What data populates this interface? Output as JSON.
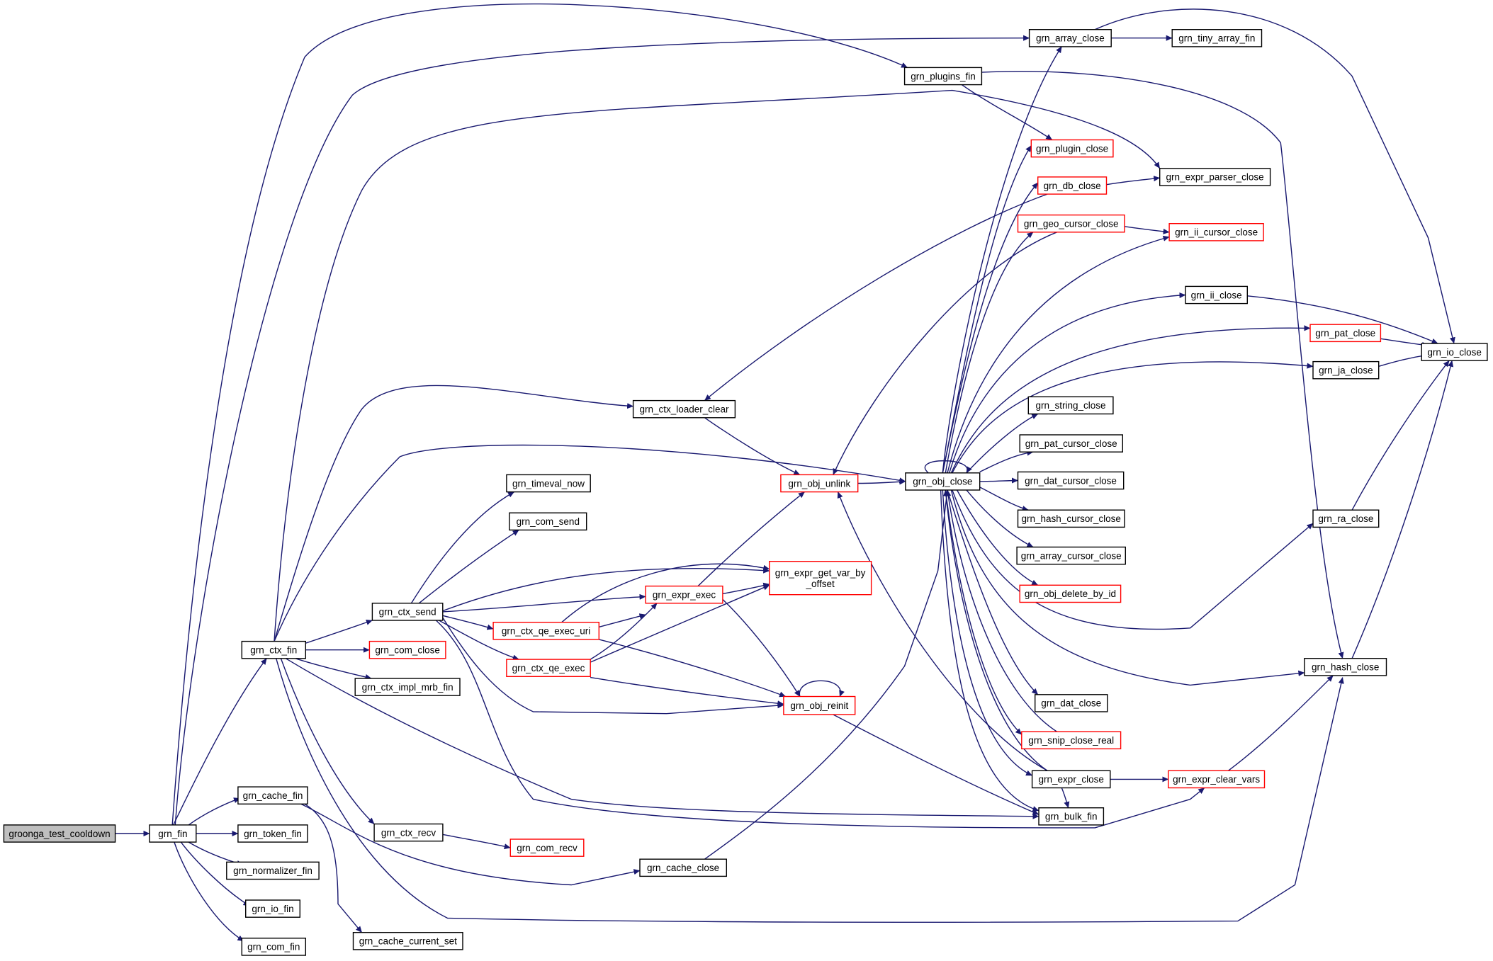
{
  "nodes": {
    "groonga_test_cooldown": {
      "label": [
        "groonga_test_cooldown"
      ],
      "style": "root"
    },
    "grn_fin": {
      "label": [
        "grn_fin"
      ],
      "style": "normal"
    },
    "grn_ctx_fin": {
      "label": [
        "grn_ctx_fin"
      ],
      "style": "normal"
    },
    "grn_cache_fin": {
      "label": [
        "grn_cache_fin"
      ],
      "style": "normal"
    },
    "grn_token_fin": {
      "label": [
        "grn_token_fin"
      ],
      "style": "normal"
    },
    "grn_normalizer_fin": {
      "label": [
        "grn_normalizer_fin"
      ],
      "style": "normal"
    },
    "grn_io_fin": {
      "label": [
        "grn_io_fin"
      ],
      "style": "normal"
    },
    "grn_com_fin": {
      "label": [
        "grn_com_fin"
      ],
      "style": "normal"
    },
    "grn_ctx_send": {
      "label": [
        "grn_ctx_send"
      ],
      "style": "normal"
    },
    "grn_com_close": {
      "label": [
        "grn_com_close"
      ],
      "style": "red"
    },
    "grn_ctx_impl_mrb_fin": {
      "label": [
        "grn_ctx_impl_mrb_fin"
      ],
      "style": "normal"
    },
    "grn_ctx_recv": {
      "label": [
        "grn_ctx_recv"
      ],
      "style": "normal"
    },
    "grn_cache_current_set": {
      "label": [
        "grn_cache_current_set"
      ],
      "style": "normal"
    },
    "grn_timeval_now": {
      "label": [
        "grn_timeval_now"
      ],
      "style": "normal"
    },
    "grn_com_send": {
      "label": [
        "grn_com_send"
      ],
      "style": "normal"
    },
    "grn_ctx_qe_exec_uri": {
      "label": [
        "grn_ctx_qe_exec_uri"
      ],
      "style": "red"
    },
    "grn_ctx_qe_exec": {
      "label": [
        "grn_ctx_qe_exec"
      ],
      "style": "red"
    },
    "grn_com_recv": {
      "label": [
        "grn_com_recv"
      ],
      "style": "red"
    },
    "grn_ctx_loader_clear": {
      "label": [
        "grn_ctx_loader_clear"
      ],
      "style": "normal"
    },
    "grn_expr_exec": {
      "label": [
        "grn_expr_exec"
      ],
      "style": "red"
    },
    "grn_expr_get_var_by_offset": {
      "label": [
        "grn_expr_get_var_by",
        "_offset"
      ],
      "style": "red"
    },
    "grn_obj_unlink": {
      "label": [
        "grn_obj_unlink"
      ],
      "style": "red"
    },
    "grn_obj_reinit": {
      "label": [
        "grn_obj_reinit"
      ],
      "style": "red"
    },
    "grn_cache_close": {
      "label": [
        "grn_cache_close"
      ],
      "style": "normal"
    },
    "grn_plugins_fin": {
      "label": [
        "grn_plugins_fin"
      ],
      "style": "normal"
    },
    "grn_obj_close": {
      "label": [
        "grn_obj_close"
      ],
      "style": "normal"
    },
    "grn_array_close": {
      "label": [
        "grn_array_close"
      ],
      "style": "normal"
    },
    "grn_plugin_close": {
      "label": [
        "grn_plugin_close"
      ],
      "style": "red"
    },
    "grn_db_close": {
      "label": [
        "grn_db_close"
      ],
      "style": "red"
    },
    "grn_geo_cursor_close": {
      "label": [
        "grn_geo_cursor_close"
      ],
      "style": "red"
    },
    "grn_string_close": {
      "label": [
        "grn_string_close"
      ],
      "style": "normal"
    },
    "grn_pat_cursor_close": {
      "label": [
        "grn_pat_cursor_close"
      ],
      "style": "normal"
    },
    "grn_dat_cursor_close": {
      "label": [
        "grn_dat_cursor_close"
      ],
      "style": "normal"
    },
    "grn_hash_cursor_close": {
      "label": [
        "grn_hash_cursor_close"
      ],
      "style": "normal"
    },
    "grn_array_cursor_close": {
      "label": [
        "grn_array_cursor_close"
      ],
      "style": "normal"
    },
    "grn_obj_delete_by_id": {
      "label": [
        "grn_obj_delete_by_id"
      ],
      "style": "red"
    },
    "grn_dat_close": {
      "label": [
        "grn_dat_close"
      ],
      "style": "normal"
    },
    "grn_snip_close_real": {
      "label": [
        "grn_snip_close_real"
      ],
      "style": "red"
    },
    "grn_expr_close": {
      "label": [
        "grn_expr_close"
      ],
      "style": "normal"
    },
    "grn_bulk_fin": {
      "label": [
        "grn_bulk_fin"
      ],
      "style": "normal"
    },
    "grn_tiny_array_fin": {
      "label": [
        "grn_tiny_array_fin"
      ],
      "style": "normal"
    },
    "grn_expr_parser_close": {
      "label": [
        "grn_expr_parser_close"
      ],
      "style": "normal"
    },
    "grn_ii_cursor_close": {
      "label": [
        "grn_ii_cursor_close"
      ],
      "style": "red"
    },
    "grn_ii_close": {
      "label": [
        "grn_ii_close"
      ],
      "style": "normal"
    },
    "grn_pat_close": {
      "label": [
        "grn_pat_close"
      ],
      "style": "red"
    },
    "grn_ja_close": {
      "label": [
        "grn_ja_close"
      ],
      "style": "normal"
    },
    "grn_ra_close": {
      "label": [
        "grn_ra_close"
      ],
      "style": "normal"
    },
    "grn_hash_close": {
      "label": [
        "grn_hash_close"
      ],
      "style": "normal"
    },
    "grn_expr_clear_vars": {
      "label": [
        "grn_expr_clear_vars"
      ],
      "style": "red"
    },
    "grn_io_close": {
      "label": [
        "grn_io_close"
      ],
      "style": "normal"
    }
  },
  "edges": [
    [
      "groonga_test_cooldown",
      "grn_fin"
    ],
    [
      "grn_fin",
      "grn_ctx_fin"
    ],
    [
      "grn_fin",
      "grn_cache_fin"
    ],
    [
      "grn_fin",
      "grn_token_fin"
    ],
    [
      "grn_fin",
      "grn_normalizer_fin"
    ],
    [
      "grn_fin",
      "grn_io_fin"
    ],
    [
      "grn_fin",
      "grn_com_fin"
    ],
    [
      "grn_fin",
      "grn_plugins_fin"
    ],
    [
      "grn_fin",
      "grn_array_close"
    ],
    [
      "grn_ctx_fin",
      "grn_ctx_send"
    ],
    [
      "grn_ctx_fin",
      "grn_com_close"
    ],
    [
      "grn_ctx_fin",
      "grn_ctx_impl_mrb_fin"
    ],
    [
      "grn_ctx_fin",
      "grn_ctx_recv"
    ],
    [
      "grn_ctx_fin",
      "grn_ctx_loader_clear"
    ],
    [
      "grn_ctx_fin",
      "grn_obj_close"
    ],
    [
      "grn_ctx_fin",
      "grn_expr_parser_close"
    ],
    [
      "grn_ctx_fin",
      "grn_bulk_fin"
    ],
    [
      "grn_ctx_fin",
      "grn_hash_close"
    ],
    [
      "grn_cache_fin",
      "grn_cache_close"
    ],
    [
      "grn_cache_fin",
      "grn_cache_current_set"
    ],
    [
      "grn_ctx_send",
      "grn_timeval_now"
    ],
    [
      "grn_ctx_send",
      "grn_com_send"
    ],
    [
      "grn_ctx_send",
      "grn_expr_get_var_by_offset"
    ],
    [
      "grn_ctx_send",
      "grn_expr_exec"
    ],
    [
      "grn_ctx_send",
      "grn_ctx_qe_exec_uri"
    ],
    [
      "grn_ctx_send",
      "grn_ctx_qe_exec"
    ],
    [
      "grn_ctx_send",
      "grn_obj_reinit"
    ],
    [
      "grn_ctx_send",
      "grn_expr_clear_vars"
    ],
    [
      "grn_ctx_qe_exec_uri",
      "grn_expr_exec"
    ],
    [
      "grn_ctx_qe_exec_uri",
      "grn_expr_get_var_by_offset"
    ],
    [
      "grn_ctx_qe_exec_uri",
      "grn_obj_reinit"
    ],
    [
      "grn_ctx_qe_exec",
      "grn_expr_exec"
    ],
    [
      "grn_ctx_qe_exec",
      "grn_expr_get_var_by_offset"
    ],
    [
      "grn_ctx_qe_exec",
      "grn_obj_reinit"
    ],
    [
      "grn_ctx_recv",
      "grn_com_recv"
    ],
    [
      "grn_ctx_loader_clear",
      "grn_obj_unlink"
    ],
    [
      "grn_expr_exec",
      "grn_expr_get_var_by_offset"
    ],
    [
      "grn_expr_exec",
      "grn_obj_unlink"
    ],
    [
      "grn_expr_exec",
      "grn_obj_reinit"
    ],
    [
      "grn_obj_reinit",
      "grn_obj_reinit"
    ],
    [
      "grn_obj_reinit",
      "grn_bulk_fin"
    ],
    [
      "grn_obj_unlink",
      "grn_obj_close"
    ],
    [
      "grn_cache_close",
      "grn_obj_close"
    ],
    [
      "grn_plugins_fin",
      "grn_plugin_close"
    ],
    [
      "grn_plugins_fin",
      "grn_hash_close"
    ],
    [
      "grn_array_close",
      "grn_tiny_array_fin"
    ],
    [
      "grn_array_close",
      "grn_io_close"
    ],
    [
      "grn_obj_close",
      "grn_obj_close"
    ],
    [
      "grn_obj_close",
      "grn_array_close"
    ],
    [
      "grn_obj_close",
      "grn_plugin_close"
    ],
    [
      "grn_obj_close",
      "grn_db_close"
    ],
    [
      "grn_obj_close",
      "grn_geo_cursor_close"
    ],
    [
      "grn_obj_close",
      "grn_ii_cursor_close"
    ],
    [
      "grn_obj_close",
      "grn_ii_close"
    ],
    [
      "grn_obj_close",
      "grn_pat_close"
    ],
    [
      "grn_obj_close",
      "grn_ja_close"
    ],
    [
      "grn_obj_close",
      "grn_string_close"
    ],
    [
      "grn_obj_close",
      "grn_pat_cursor_close"
    ],
    [
      "grn_obj_close",
      "grn_dat_cursor_close"
    ],
    [
      "grn_obj_close",
      "grn_hash_cursor_close"
    ],
    [
      "grn_obj_close",
      "grn_array_cursor_close"
    ],
    [
      "grn_obj_close",
      "grn_obj_delete_by_id"
    ],
    [
      "grn_obj_close",
      "grn_ra_close"
    ],
    [
      "grn_obj_close",
      "grn_hash_close"
    ],
    [
      "grn_obj_close",
      "grn_dat_close"
    ],
    [
      "grn_obj_close",
      "grn_snip_close_real"
    ],
    [
      "grn_obj_close",
      "grn_expr_close"
    ],
    [
      "grn_obj_close",
      "grn_bulk_fin"
    ],
    [
      "grn_db_close",
      "grn_expr_parser_close"
    ],
    [
      "grn_db_close",
      "grn_ctx_loader_clear"
    ],
    [
      "grn_geo_cursor_close",
      "grn_ii_cursor_close"
    ],
    [
      "grn_geo_cursor_close",
      "grn_obj_unlink"
    ],
    [
      "grn_ii_close",
      "grn_io_close"
    ],
    [
      "grn_pat_close",
      "grn_io_close"
    ],
    [
      "grn_ja_close",
      "grn_io_close"
    ],
    [
      "grn_ra_close",
      "grn_io_close"
    ],
    [
      "grn_hash_close",
      "grn_io_close"
    ],
    [
      "grn_expr_close",
      "grn_expr_clear_vars"
    ],
    [
      "grn_expr_close",
      "grn_obj_unlink"
    ],
    [
      "grn_expr_close",
      "grn_obj_close"
    ],
    [
      "grn_expr_close",
      "grn_bulk_fin"
    ],
    [
      "grn_expr_clear_vars",
      "grn_hash_close"
    ],
    [
      "grn_snip_close_real",
      "grn_obj_close"
    ]
  ],
  "colors": {
    "edge": "#191970",
    "node_border": "#000000",
    "node_border_incomplete": "#ff0000",
    "root_fill": "#bfbfbf"
  }
}
